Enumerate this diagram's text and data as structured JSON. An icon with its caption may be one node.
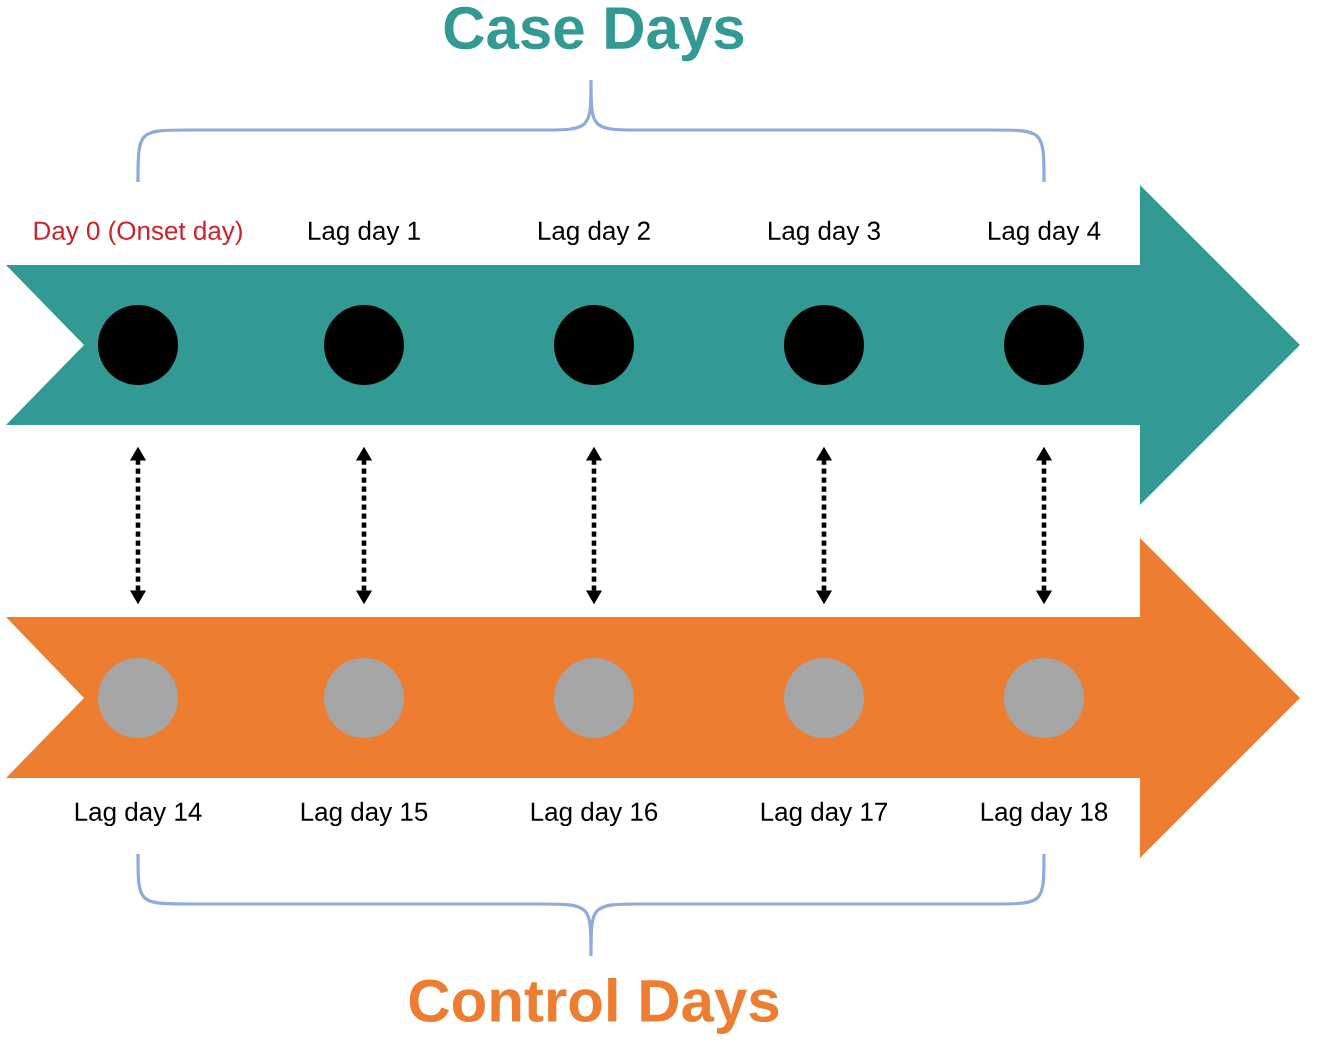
{
  "diagram": {
    "nodes": [
      {
        "text": [],
        "shape": "arrow"
      },
      {
        "text": [],
        "shape": "circle",
        "in": 0,
        "beside": [
          "Day 0 (Onset day)"
        ]
      },
      {
        "text": [],
        "shape": "circle",
        "in": 0,
        "beside": [
          "Lag day 1"
        ]
      },
      {
        "text": [],
        "shape": "circle",
        "in": 0,
        "beside": [
          "Lag day 2"
        ]
      },
      {
        "text": [],
        "shape": "circle",
        "in": 0,
        "beside": [
          "Lag day 3"
        ]
      },
      {
        "text": [],
        "shape": "circle",
        "in": 0,
        "beside": [
          "Lag day 4"
        ]
      },
      {
        "text": [],
        "shape": "arrow"
      },
      {
        "text": [],
        "shape": "circle",
        "in": 6,
        "beside": [
          "Lag day 14"
        ]
      },
      {
        "text": [],
        "shape": "circle",
        "in": 6,
        "beside": [
          "Lag day 15"
        ]
      },
      {
        "text": [],
        "shape": "circle",
        "in": 6,
        "beside": [
          "Lag day 16"
        ]
      },
      {
        "text": [],
        "shape": "circle",
        "in": 6,
        "beside": [
          "Lag day 17"
        ]
      },
      {
        "text": [],
        "shape": "circle",
        "in": 6,
        "beside": [
          "Lag day 18"
        ]
      }
    ],
    "edges": [
      {
        "from": 1,
        "to": 7,
        "arrow": "both",
        "style": "dashed"
      },
      {
        "from": 2,
        "to": 8,
        "arrow": "both",
        "style": "dashed"
      },
      {
        "from": 3,
        "to": 9,
        "arrow": "both",
        "style": "dashed"
      },
      {
        "from": 4,
        "to": 10,
        "arrow": "both",
        "style": "dashed"
      },
      {
        "from": 5,
        "to": 11,
        "arrow": "both",
        "style": "dashed"
      }
    ],
    "labels": [
      "Case Days",
      "Control Days"
    ]
  }
}
